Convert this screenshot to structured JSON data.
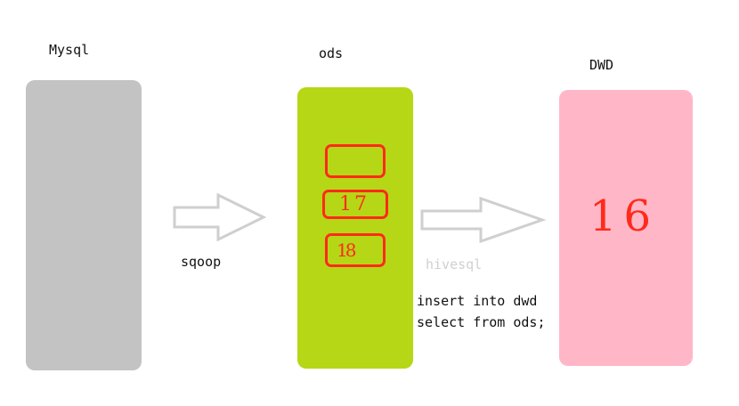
{
  "mysql": {
    "label": "Mysql",
    "color": "#c3c3c3"
  },
  "ods": {
    "label": "ods",
    "color": "#b5d715",
    "partitions": [
      {
        "handwritten": ""
      },
      {
        "handwritten": "17"
      },
      {
        "handwritten": "18"
      }
    ],
    "partition_border_color": "#ff2a1a"
  },
  "dwd": {
    "label": "DWD",
    "color": "#ffb7c8",
    "handwritten": "16"
  },
  "arrow1": {
    "label": "sqoop"
  },
  "arrow2": {
    "label": "hivesql",
    "label_color": "#d0d0d0"
  },
  "sql": {
    "line1": "insert into dwd",
    "line2": "select from ods;"
  }
}
